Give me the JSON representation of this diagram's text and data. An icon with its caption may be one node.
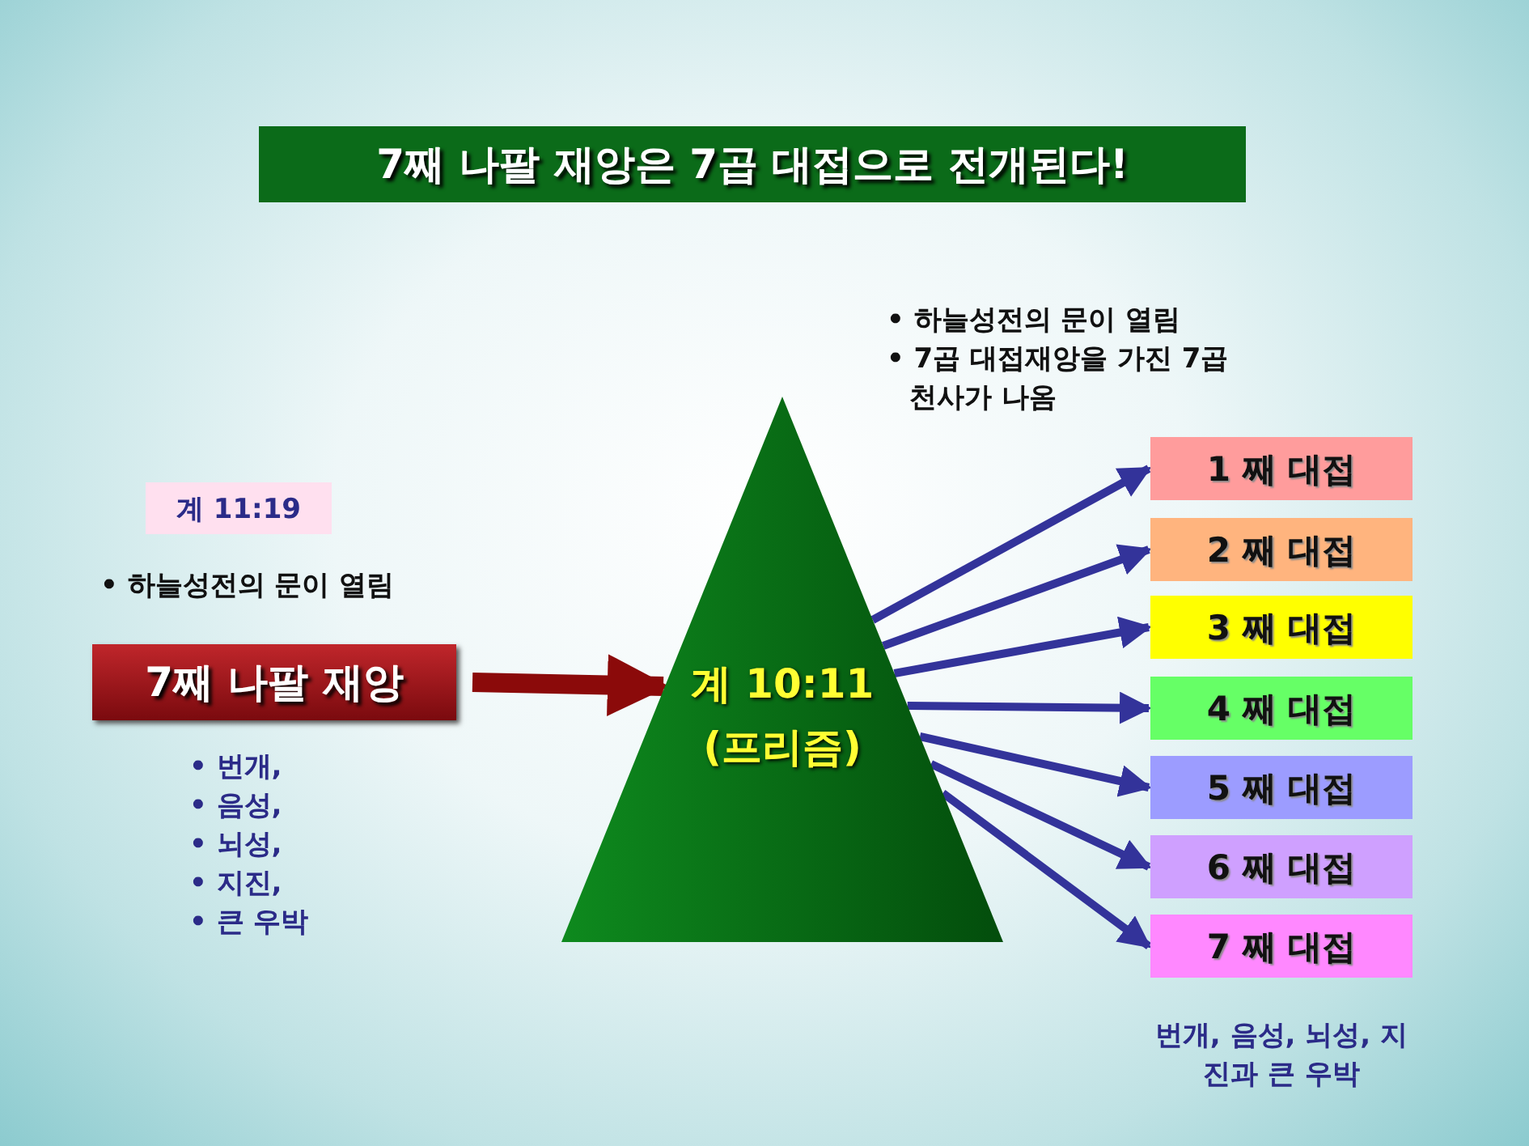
{
  "diagram": {
    "title": "7째 나팔 재앙은 7곱 대접으로 전개된다!",
    "nodes": [
      {
        "text": [
          "계 11:19"
        ]
      },
      {
        "text": [
          "7째 나팔 재앙"
        ]
      },
      {
        "text": [
          "계 10:11 (프리즘)"
        ]
      },
      {
        "text": [
          "1 째 대접"
        ]
      },
      {
        "text": [
          "2 째 대접"
        ]
      },
      {
        "text": [
          "3 째 대접"
        ]
      },
      {
        "text": [
          "4 째 대접"
        ]
      },
      {
        "text": [
          "5 째 대접"
        ]
      },
      {
        "text": [
          "6 째 대접"
        ]
      },
      {
        "text": [
          "7 째 대접"
        ]
      }
    ],
    "edges": [
      {
        "from": 1,
        "to": 2,
        "arrow": "to",
        "style": "thick",
        "color": "#8b0a0a"
      },
      {
        "from": 2,
        "to": 3,
        "arrow": "to"
      },
      {
        "from": 2,
        "to": 4,
        "arrow": "to"
      },
      {
        "from": 2,
        "to": 5,
        "arrow": "to"
      },
      {
        "from": 2,
        "to": 6,
        "arrow": "to"
      },
      {
        "from": 2,
        "to": 7,
        "arrow": "to"
      },
      {
        "from": 2,
        "to": 8,
        "arrow": "to"
      },
      {
        "from": 2,
        "to": 9,
        "arrow": "to"
      }
    ],
    "labels": [
      "• 하늘성전의 문이 열림",
      "• 번개,",
      "• 음성,",
      "• 뇌성,",
      "• 지진,",
      "• 큰 우박",
      "• 하늘성전의 문이 열림",
      "• 7곱 대접재앙을 가진 7곱 천사가 나옴",
      "번개, 음성, 뇌성, 지진과 큰 우박"
    ]
  }
}
